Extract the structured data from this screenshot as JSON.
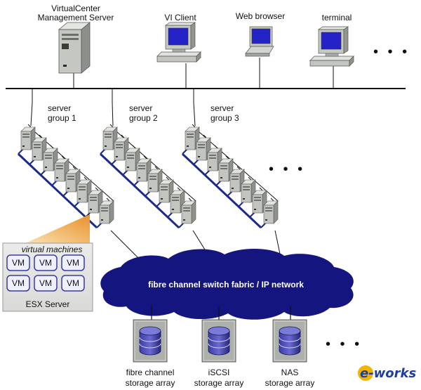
{
  "colors": {
    "cloud": "#15157f",
    "link": "#1c2a8a",
    "server": "#b9bcb7",
    "storage": "#2e2e86",
    "cone": "#f0ab4a"
  },
  "clients": [
    {
      "label_lines": [
        "VirtualCenter",
        "Management Server"
      ],
      "icon": "tower-server-icon"
    },
    {
      "label_lines": [
        "VI Client"
      ],
      "icon": "desktop-computer-icon"
    },
    {
      "label_lines": [
        "Web browser"
      ],
      "icon": "laptop-icon"
    },
    {
      "label_lines": [
        "terminal"
      ],
      "icon": "desktop-computer-icon"
    }
  ],
  "server_groups": [
    {
      "label_lines": [
        "server",
        "group 1"
      ],
      "servers": 8
    },
    {
      "label_lines": [
        "server",
        "group 2"
      ],
      "servers": 8
    },
    {
      "label_lines": [
        "server",
        "group 3"
      ],
      "servers": 8
    }
  ],
  "fabric": {
    "label": "fibre channel switch fabric / IP network"
  },
  "esx": {
    "title": "virtual machines",
    "vm_label": "VM",
    "vm_count": 6,
    "footer": "ESX Server"
  },
  "storage": [
    {
      "label_lines": [
        "fibre channel",
        "storage array"
      ]
    },
    {
      "label_lines": [
        "iSCSI",
        "storage array"
      ]
    },
    {
      "label_lines": [
        "NAS",
        "storage array"
      ]
    }
  ],
  "more": "• • •",
  "watermark": "e-works"
}
